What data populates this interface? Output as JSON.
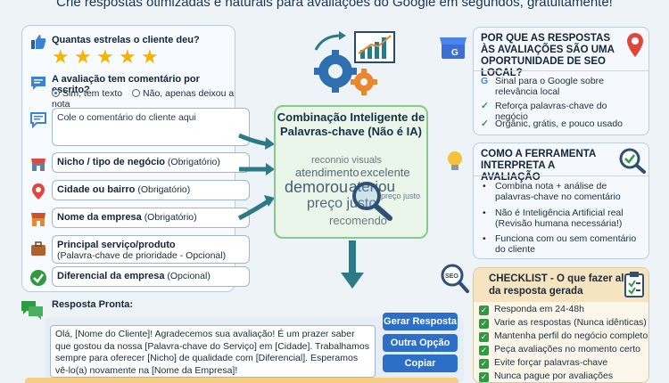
{
  "header": {
    "subtitle": "Crie respostas otimizadas e naturais para avaliações do Google em segundos, gratuitamente!"
  },
  "form": {
    "stars_label": "Quantas estrelas o cliente deu?",
    "stars_value": 5,
    "comment_q": "A avaliação tem comentário por escrito?",
    "opt_yes": "Sim, tem texto",
    "opt_no": "Não, apenas deixou a nota",
    "comment_placeholder": "Cole o comentário do cliente aqui",
    "niche": "Nicho / tipo de negócio",
    "niche_opt": "(Obrigatório)",
    "city": "Cidade ou bairro",
    "city_opt": "(Obrigatório)",
    "company": "Nome da empresa",
    "company_opt": "(Obrigatório)",
    "service": "Principal serviço/produto",
    "service_hint": "(Palavra-chave de prioridade - Opcional)",
    "diff": "Diferencial da empresa",
    "diff_opt": "(Opcional)"
  },
  "center": {
    "title": "Combinação Inteligente de Palavras-chave (Não é IA)",
    "words": [
      "reconnio visuals",
      "atendimento",
      "excelente",
      "demorou",
      "ateriou",
      "preço justo",
      "recomendo",
      "preço justo"
    ]
  },
  "why": {
    "title": "POR QUE AS RESPOSTAS ÀS AVALIAÇÕES SÃO UMA OPORTUNIDADE DE SEO LOCAL?",
    "items": [
      "Sinal para o Google sobre relevância local",
      "Reforça palavras-chave do negócio",
      "Orgânic, grátis, e pouco usado"
    ]
  },
  "how": {
    "title": "COMO A FERRAMENTA INTERPRETA A AVALIAÇÃO",
    "items": [
      "Combina nota + análise de palavras-chave no comentário",
      "Não é Inteligência Artificial real (Revisão humana necessária!)",
      "Funciona com ou sem comentário do cliente"
    ]
  },
  "result": {
    "label": "Resposta Pronta:",
    "text": "Olá, [Nome do Cliente]! Agradecemos sua avaliação! É um prazer saber que gostou da nossa [Palavra-chave do Serviço] em [Cidade]. Trabalhamos sempre para oferecer [Nicho] de qualidade com [Diferencial]. Esperamos vê-lo(a) novamente na [Nome da Empresa]!",
    "btn_generate": "Gerar Resposta",
    "btn_other": "Outra Opção",
    "btn_copy": "Copiar"
  },
  "checklist": {
    "title": "CHECKLIST - O que fazer além da resposta gerada",
    "items": [
      "Responda em 24-48h",
      "Varie as respostas (Nunca idênticas)",
      "Mantenha perfil do negócio completo",
      "Peça avaliações no momento certo",
      "Evite forçar palavras-chave",
      "Nunca pague por avaliações"
    ]
  },
  "colors": {
    "accent": "#2c6fc9",
    "green": "#2f9a3f",
    "star": "#f5b400"
  }
}
